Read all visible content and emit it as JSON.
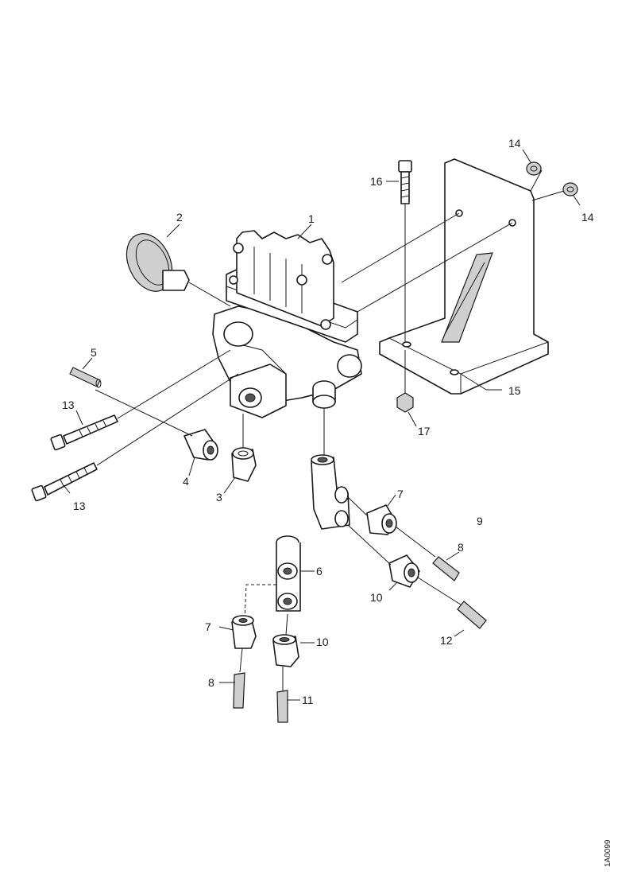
{
  "diagram": {
    "reference_code": "1A0099",
    "callouts": [
      "1",
      "2",
      "3",
      "4",
      "5",
      "6",
      "7",
      "7",
      "8",
      "8",
      "9",
      "10",
      "10",
      "11",
      "12",
      "13",
      "13",
      "14",
      "14",
      "15",
      "16",
      "17"
    ]
  }
}
